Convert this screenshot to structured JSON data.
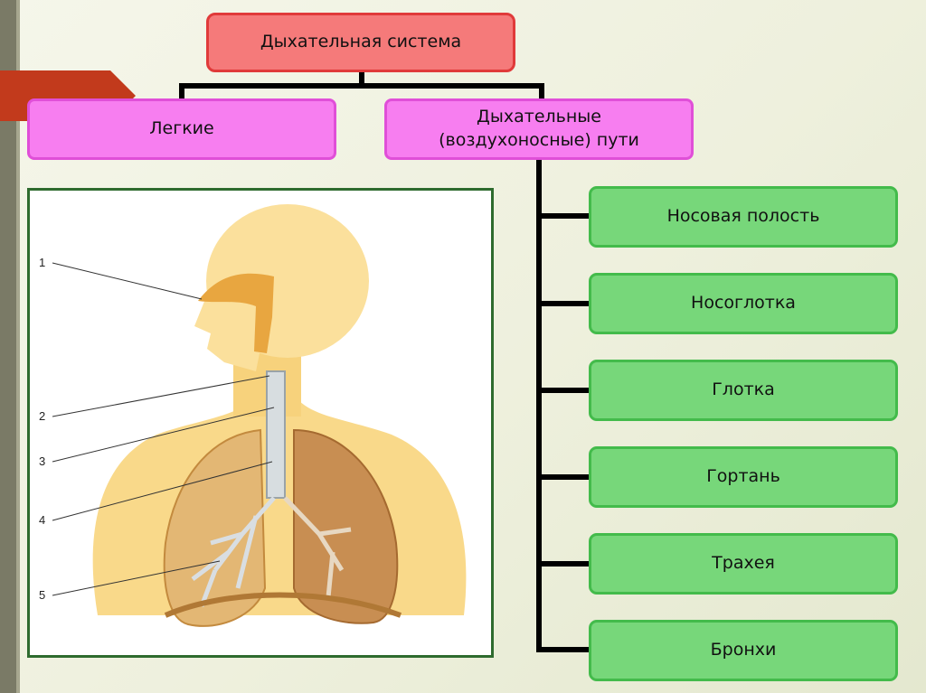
{
  "diagram": {
    "root": "Дыхательная система",
    "branches": {
      "lungs": "Легкие",
      "airways_line1": "Дыхательные",
      "airways_line2": "(воздухоносные) пути"
    },
    "airways_parts": [
      "Носовая полость",
      "Носоглотка",
      "Глотка",
      "Гортань",
      "Трахея",
      "Бронхи"
    ]
  },
  "figure": {
    "labels": [
      "1",
      "2",
      "3",
      "4",
      "5"
    ]
  },
  "colors": {
    "root_fill": "#f57a7a",
    "branch_fill": "#f77ef0",
    "leaf_fill": "#77d77a",
    "figure_border": "#2e6b2e"
  }
}
